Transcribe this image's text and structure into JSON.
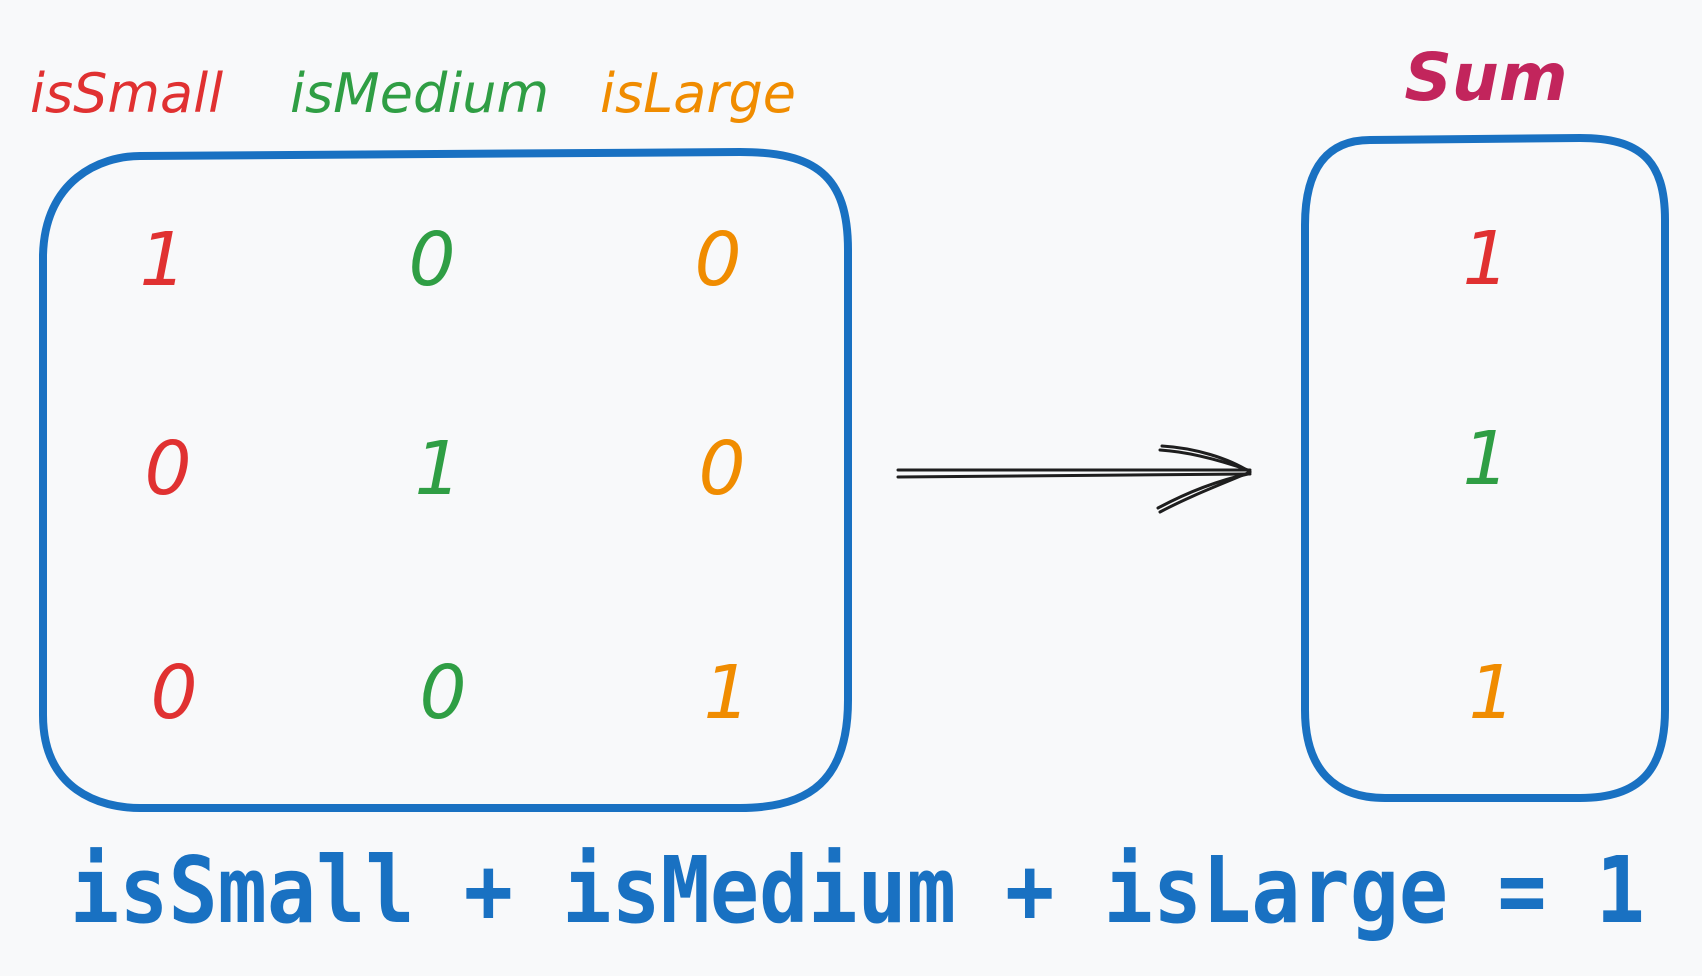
{
  "columns": [
    {
      "label": "isSmall",
      "color": "#e03131"
    },
    {
      "label": "isMedium",
      "color": "#2f9e44"
    },
    {
      "label": "isLarge",
      "color": "#f08c00"
    }
  ],
  "matrix": [
    [
      "1",
      "0",
      "0"
    ],
    [
      "0",
      "1",
      "0"
    ],
    [
      "0",
      "0",
      "1"
    ]
  ],
  "sum": {
    "label": "Sum",
    "label_color": "#c2255c",
    "values": [
      {
        "value": "1",
        "color": "#e03131"
      },
      {
        "value": "1",
        "color": "#2f9e44"
      },
      {
        "value": "1",
        "color": "#f08c00"
      }
    ]
  },
  "equation": "isSmall + isMedium + isLarge = 1",
  "colors": {
    "box_stroke": "#1971c2",
    "arrow": "#1e1e1e",
    "equation": "#1971c2",
    "background": "#f8f9fa"
  }
}
